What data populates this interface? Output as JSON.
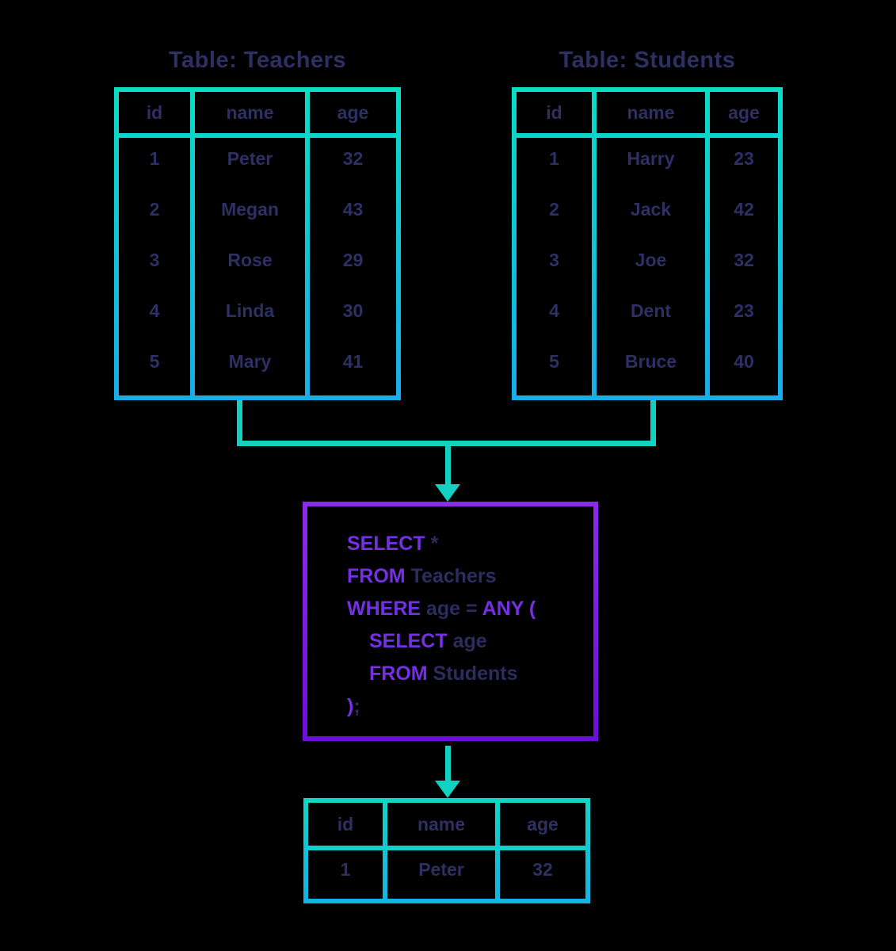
{
  "colors": {
    "background": "#000000",
    "table_border_top": "#09dcc5",
    "table_border_bottom": "#18ade8",
    "connector_teal": "#12d1c0",
    "query_border_top": "#8b2be8",
    "query_border_bottom": "#6c0edc",
    "sql_keyword": "#7430e2",
    "text_navy": "#2e3063"
  },
  "teachers": {
    "title": "Table: Teachers",
    "headers": [
      "id",
      "name",
      "age"
    ],
    "rows": [
      [
        "1",
        "Peter",
        "32"
      ],
      [
        "2",
        "Megan",
        "43"
      ],
      [
        "3",
        "Rose",
        "29"
      ],
      [
        "4",
        "Linda",
        "30"
      ],
      [
        "5",
        "Mary",
        "41"
      ]
    ]
  },
  "students": {
    "title": "Table: Students",
    "headers": [
      "id",
      "name",
      "age"
    ],
    "rows": [
      [
        "1",
        "Harry",
        "23"
      ],
      [
        "2",
        "Jack",
        "42"
      ],
      [
        "3",
        "Joe",
        "32"
      ],
      [
        "4",
        "Dent",
        "23"
      ],
      [
        "5",
        "Bruce",
        "40"
      ]
    ]
  },
  "query": {
    "lines": [
      {
        "segments": [
          {
            "text": "SELECT"
          },
          {
            "text": " *"
          }
        ]
      },
      {
        "segments": [
          {
            "text": "FROM"
          },
          {
            "text": " Teachers"
          }
        ]
      },
      {
        "segments": [
          {
            "text": "WHERE"
          },
          {
            "text": " age = "
          },
          {
            "text": "ANY ("
          }
        ]
      },
      {
        "segments": [
          {
            "text": "SELECT"
          },
          {
            "text": " age"
          }
        ]
      },
      {
        "segments": [
          {
            "text": "FROM"
          },
          {
            "text": " Students"
          }
        ]
      },
      {
        "segments": [
          {
            "text": ")"
          },
          {
            "text": ";"
          }
        ]
      }
    ]
  },
  "result": {
    "headers": [
      "id",
      "name",
      "age"
    ],
    "rows": [
      [
        "1",
        "Peter",
        "32"
      ]
    ]
  }
}
